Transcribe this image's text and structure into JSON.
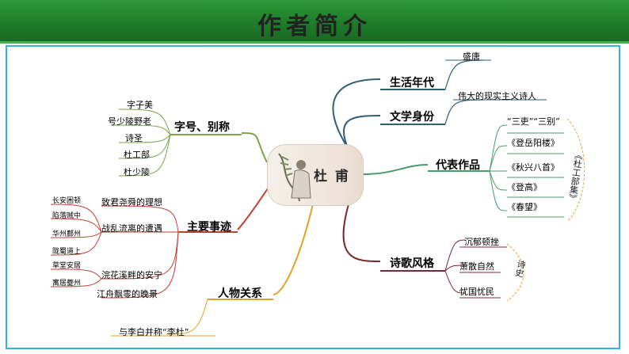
{
  "title": "作者简介",
  "center": {
    "name": "杜 甫"
  },
  "branches": {
    "era": {
      "label": "生活年代",
      "items": [
        "盛唐"
      ]
    },
    "identity": {
      "label": "文学身份",
      "items": [
        "伟大的现实主义诗人"
      ]
    },
    "works": {
      "label": "代表作品",
      "items": [
        "“三吏”“三别”",
        "《登岳阳楼》",
        "《秋兴八首》",
        "《登高》",
        "《春望》"
      ],
      "group": "《杜工部集》"
    },
    "style": {
      "label": "诗歌风格",
      "items": [
        "沉郁顿挫",
        "萧散自然",
        "忧国忧民"
      ],
      "group": "诗史"
    },
    "names": {
      "label": "字号、别称",
      "items": [
        "字子美",
        "号少陵野老",
        "诗圣",
        "杜工部",
        "杜少陵"
      ]
    },
    "deeds": {
      "label": "主要事迹",
      "items": [
        {
          "label": "致君尧舜的理想",
          "sub": []
        },
        {
          "label": "战乱流离的遭遇",
          "sub": [
            "长安困顿",
            "陷落贼中",
            "华州鄜州",
            "陇蜀道上"
          ]
        },
        {
          "label": "浣花溪畔的安宁",
          "sub": [
            "草堂安居",
            "寓居夔州"
          ]
        },
        {
          "label": "江舟飘零的晚景",
          "sub": []
        }
      ]
    },
    "relations": {
      "label": "人物关系",
      "items": [
        "与李白并称“李杜”"
      ]
    }
  },
  "colors": {
    "header_green": "#1f7d2a",
    "frame_blue": "#36b3d6",
    "branch_teal": "#2e5f73",
    "branch_green": "#4a9a6e",
    "branch_maroon": "#7a2a33",
    "branch_orange": "#e0a12a",
    "branch_red": "#c2402f",
    "branch_olive": "#7fa14a"
  }
}
